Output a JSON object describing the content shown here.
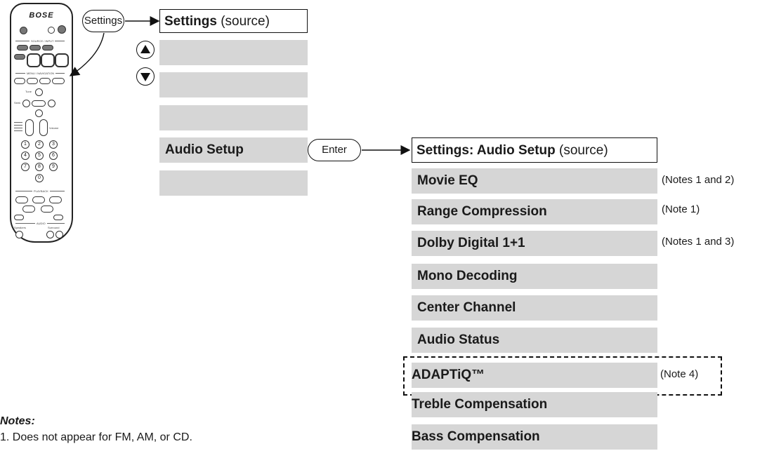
{
  "remote": {
    "brand": "BOSE",
    "labels": {
      "source_input": "SOURCE / INPUT",
      "menu_navigation": "MENU / NAVIGATION",
      "tune": "Tune",
      "seek": "Seek",
      "volume": "Volume",
      "playback": "PLAYBACK",
      "audio": "AUDIO",
      "speakers": "Speakers",
      "surround": "Surround"
    },
    "keypad": [
      "1",
      "2",
      "3",
      "4",
      "5",
      "6",
      "7",
      "8",
      "9",
      "0"
    ]
  },
  "callouts": {
    "settings": "Settings",
    "enter": "Enter",
    "up_icon": "up-triangle-icon",
    "down_icon": "down-triangle-icon"
  },
  "settings_menu": {
    "title_bold": "Settings",
    "title_rest": " (source)",
    "items": [
      "",
      "",
      "",
      "Audio Setup",
      ""
    ]
  },
  "audio_menu": {
    "title_bold": "Settings: Audio Setup",
    "title_rest": " (source)",
    "items": [
      {
        "label": "Movie EQ",
        "note": "(Notes 1 and 2)"
      },
      {
        "label": "Range Compression",
        "note": "(Note 1)"
      },
      {
        "label": "Dolby Digital 1+1",
        "note": "(Notes 1 and 3)"
      },
      {
        "label": "Mono Decoding",
        "note": ""
      },
      {
        "label": "Center Channel",
        "note": ""
      },
      {
        "label": "Audio Status",
        "note": ""
      },
      {
        "label": "ADAPTiQ™",
        "note": "(Note 4)"
      },
      {
        "label": "Treble Compensation",
        "note": ""
      },
      {
        "label": "Bass Compensation",
        "note": ""
      }
    ]
  },
  "notes": {
    "heading": "Notes:",
    "lines": [
      "1. Does not appear for FM, AM, or CD."
    ]
  }
}
